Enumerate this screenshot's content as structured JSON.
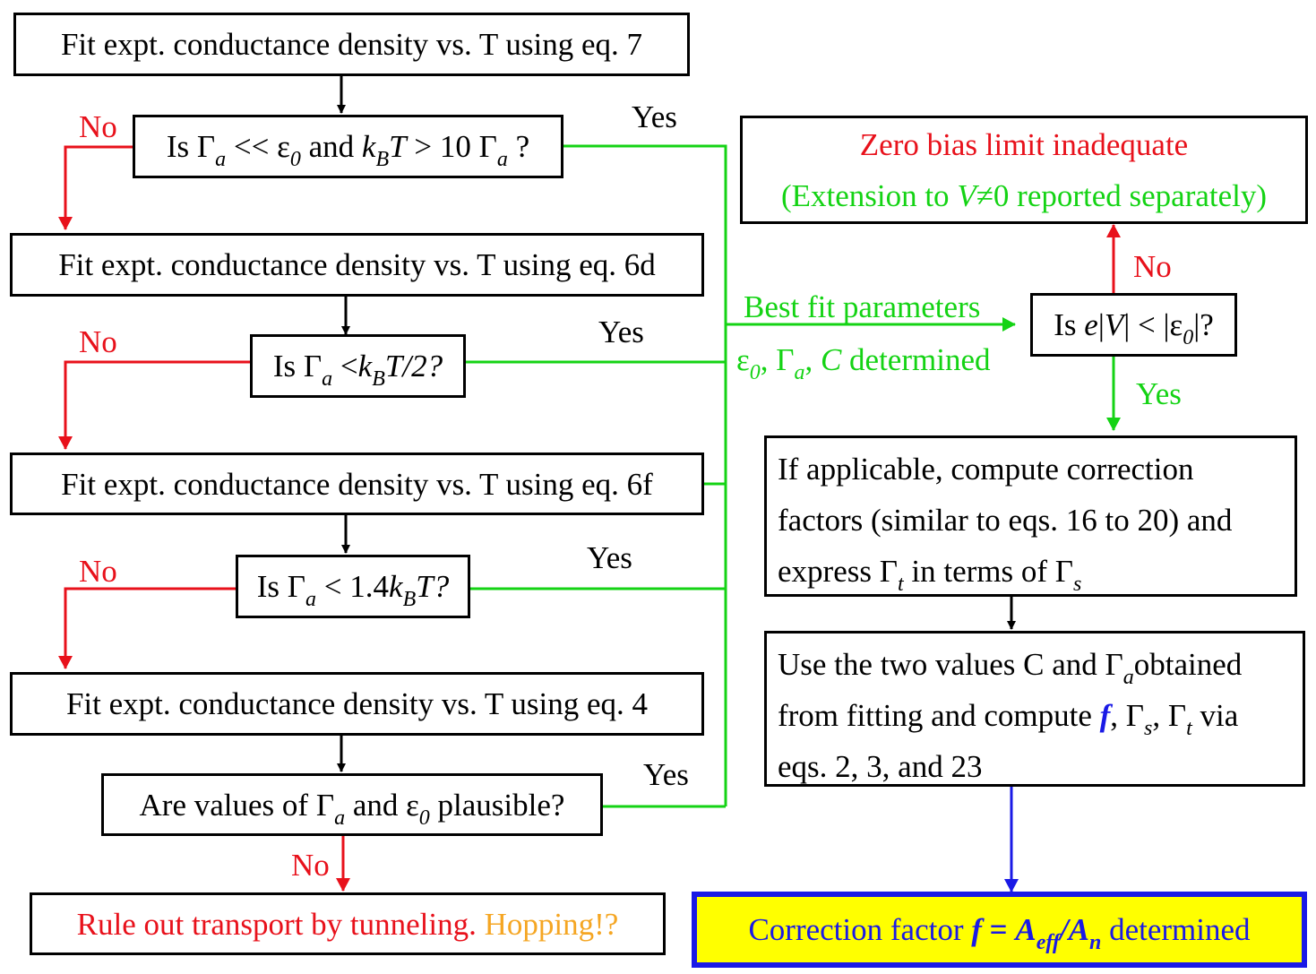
{
  "nodes": {
    "fit7": "Fit expt. conductance density vs. T using eq. 7",
    "q1": {
      "p1": "Is Γ",
      "s1": "a",
      "p2": " << ε",
      "s2": "0",
      "p3": " and ",
      "it1": "k",
      "s3": "B",
      "it2": "T",
      "p4": " > 10 Γ",
      "s4": "a",
      "p5": " ?"
    },
    "fit6d": "Fit expt. conductance density vs. T using eq. 6d",
    "q2": {
      "p1": "Is Γ",
      "s1": "a",
      "p2": " <",
      "it1": "k",
      "s2": "B",
      "it2": "T/2?"
    },
    "fit6f": "Fit expt. conductance density vs. T using eq. 6f",
    "q3": {
      "p1": "Is Γ",
      "s1": "a",
      "p2": " < 1.4",
      "it1": "k",
      "s2": "B",
      "it2": "T?"
    },
    "fit4": "Fit expt. conductance density vs. T using eq. 4",
    "q4": {
      "p1": "Are values of Γ",
      "s1": "a",
      "p2": " and ε",
      "s2": "0",
      "p3": " plausible?"
    },
    "ruleout": {
      "red": "Rule out transport by tunneling. ",
      "orange": "Hopping!?"
    },
    "zerobias": {
      "line1": "Zero bias limit inadequate",
      "p1": "(Extension to ",
      "it1": "V",
      "p2": "≠0 reported separately)"
    },
    "qv": {
      "p1": "Is ",
      "it1": "e",
      "p2": "|",
      "it2": "V",
      "p3": "| < |ε",
      "s1": "0",
      "p4": "|?"
    },
    "correction": {
      "line1": "If applicable, compute correction",
      "line2": "factors (similar to eqs. 16 to 20) and",
      "p1": "express Γ",
      "s1": "t",
      "p2": "  in terms of Γ",
      "s2": "s"
    },
    "usetwo": {
      "p1": "Use the two values C and Γ",
      "s1": "a",
      "p2": "obtained",
      "p3": "from fitting and compute ",
      "f": "f",
      "p4": ", Γ",
      "s2": "s",
      "p5": ", Γ",
      "s3": "t",
      "p6": " via",
      "line3": "eqs. 2, 3, and 23"
    },
    "final": {
      "p1": "Correction factor ",
      "f": "f",
      "p2": " = ",
      "A1": "A",
      "s1": "eff",
      "p3": "/",
      "A2": "A",
      "s2": "n",
      "p4": " determined"
    }
  },
  "labels": {
    "no": "No",
    "yes": "Yes",
    "bestfit": "Best fit parameters",
    "determined": {
      "e": "ε",
      "s1": "0",
      "c1": ", Γ",
      "s2": "a",
      "c2": ", ",
      "C": "C",
      "p": " determined"
    }
  },
  "colors": {
    "no": "#e8111b",
    "yes": "#14d314",
    "flow": "#000000",
    "final_arrow": "#1a1ae6",
    "final_fill": "#ffff00"
  }
}
